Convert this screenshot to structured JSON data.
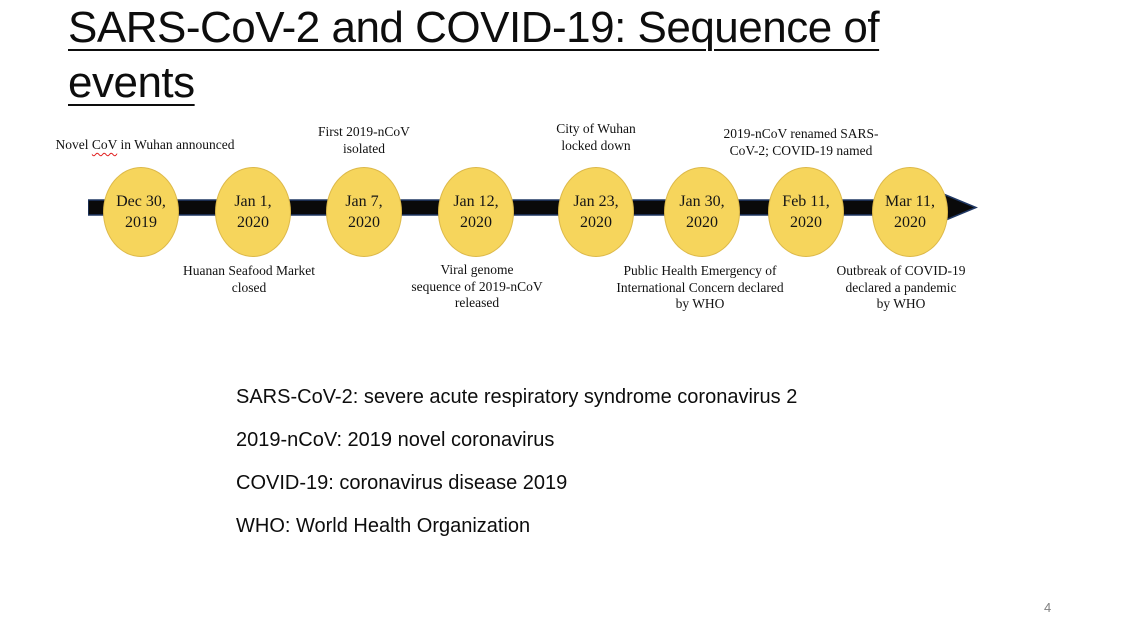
{
  "slide": {
    "title_line1": "SARS-CoV-2 and COVID-19: Sequence of",
    "title_line2": "events",
    "page_number": "4",
    "background_color": "#ffffff"
  },
  "timeline": {
    "circle_fill_color": "#F6D55C",
    "arrow_fill_color": "#0a0a0a",
    "arrow_outline_color": "#203864",
    "spellcheck_underline_color": "#e01b1b",
    "events": [
      {
        "date1": "Dec 30,",
        "date2": "2019",
        "position": "above",
        "label_pre": "Novel ",
        "label_misspelled": "CoV",
        "label_post": " in Wuhan announced"
      },
      {
        "date1": "Jan 1,",
        "date2": "2020",
        "position": "below",
        "label": "Huanan Seafood Market\nclosed"
      },
      {
        "date1": "Jan 7,",
        "date2": "2020",
        "position": "above",
        "label": "First 2019-nCoV\nisolated"
      },
      {
        "date1": "Jan 12,",
        "date2": "2020",
        "position": "below",
        "label": "Viral genome\nsequence of 2019-nCoV\nreleased"
      },
      {
        "date1": "Jan 23,",
        "date2": "2020",
        "position": "above",
        "label": "City of Wuhan\nlocked down"
      },
      {
        "date1": "Jan 30,",
        "date2": "2020",
        "position": "below",
        "label": "Public Health Emergency of\nInternational Concern declared\nby WHO"
      },
      {
        "date1": "Feb 11,",
        "date2": "2020",
        "position": "above",
        "label": "2019-nCoV renamed SARS-\nCoV-2; COVID-19 named"
      },
      {
        "date1": "Mar 11,",
        "date2": "2020",
        "position": "below",
        "label": "Outbreak of COVID-19\ndeclared a pandemic\nby WHO"
      }
    ]
  },
  "definitions": [
    "SARS-CoV-2: severe acute respiratory syndrome coronavirus 2",
    "2019-nCoV: 2019 novel coronavirus",
    "COVID-19: coronavirus disease 2019",
    "WHO: World Health Organization"
  ]
}
